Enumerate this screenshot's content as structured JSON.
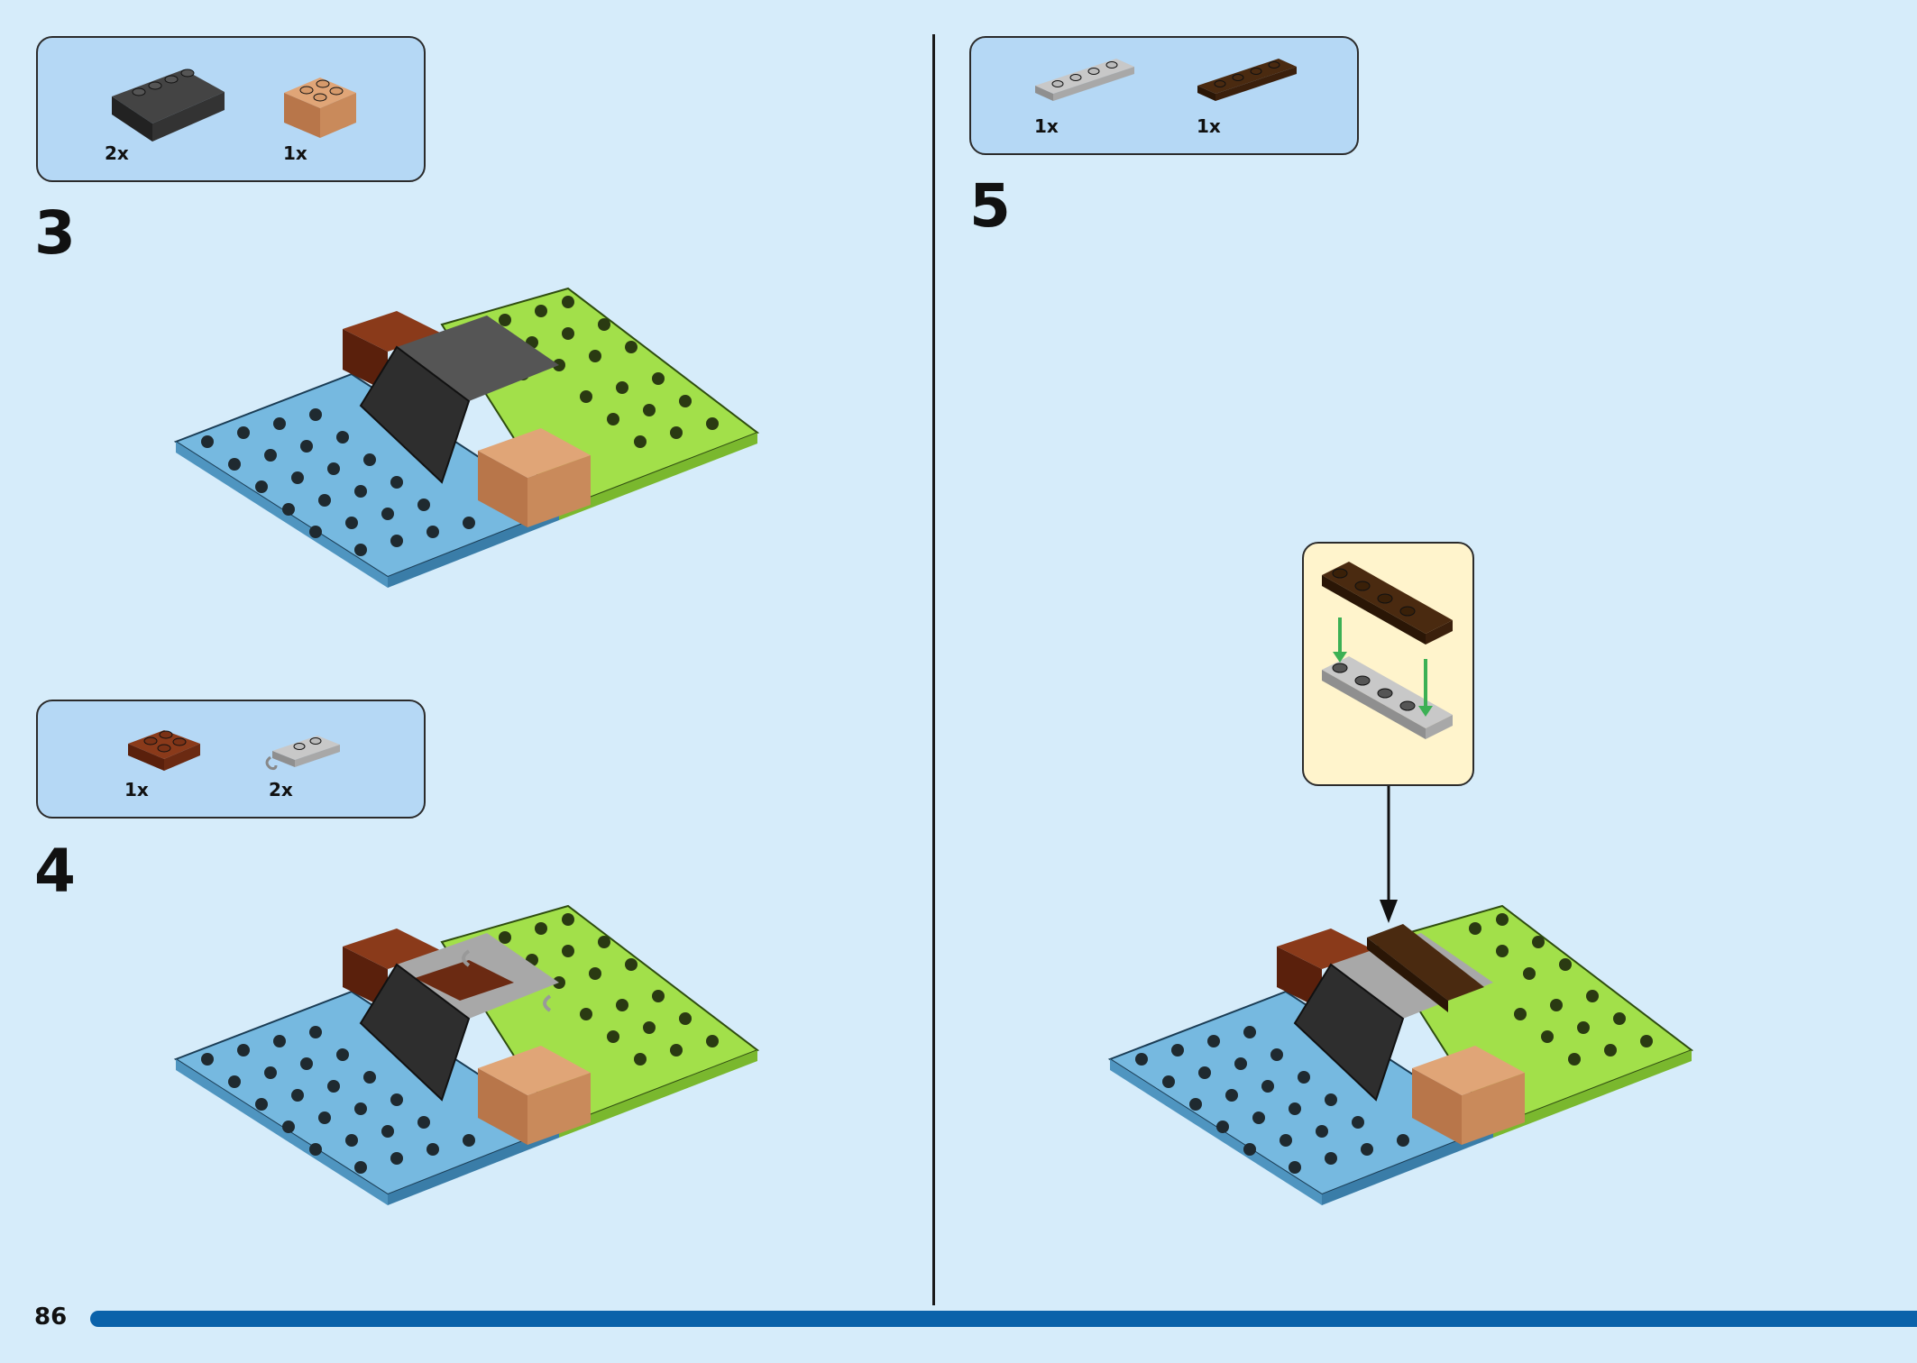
{
  "page": {
    "number": "86",
    "accent_color": "#0a62aa",
    "background_color": "#d6ecfa"
  },
  "steps": [
    {
      "number": "3",
      "parts": [
        {
          "name": "dark-gray-slope-2x4",
          "color": "#333333",
          "quantity": "2x"
        },
        {
          "name": "medium-nougat-brick-2x2",
          "color": "#c98a5b",
          "quantity": "1x"
        }
      ]
    },
    {
      "number": "4",
      "parts": [
        {
          "name": "reddish-brown-plate-2x2",
          "color": "#6b2a12",
          "quantity": "1x"
        },
        {
          "name": "light-gray-plate-with-clip",
          "color": "#a8a8a8",
          "quantity": "2x"
        }
      ]
    },
    {
      "number": "5",
      "parts": [
        {
          "name": "light-gray-plate-1x4",
          "color": "#a8a8a8",
          "quantity": "1x"
        },
        {
          "name": "dark-brown-plate-1x4",
          "color": "#3b200c",
          "quantity": "1x"
        }
      ]
    }
  ]
}
